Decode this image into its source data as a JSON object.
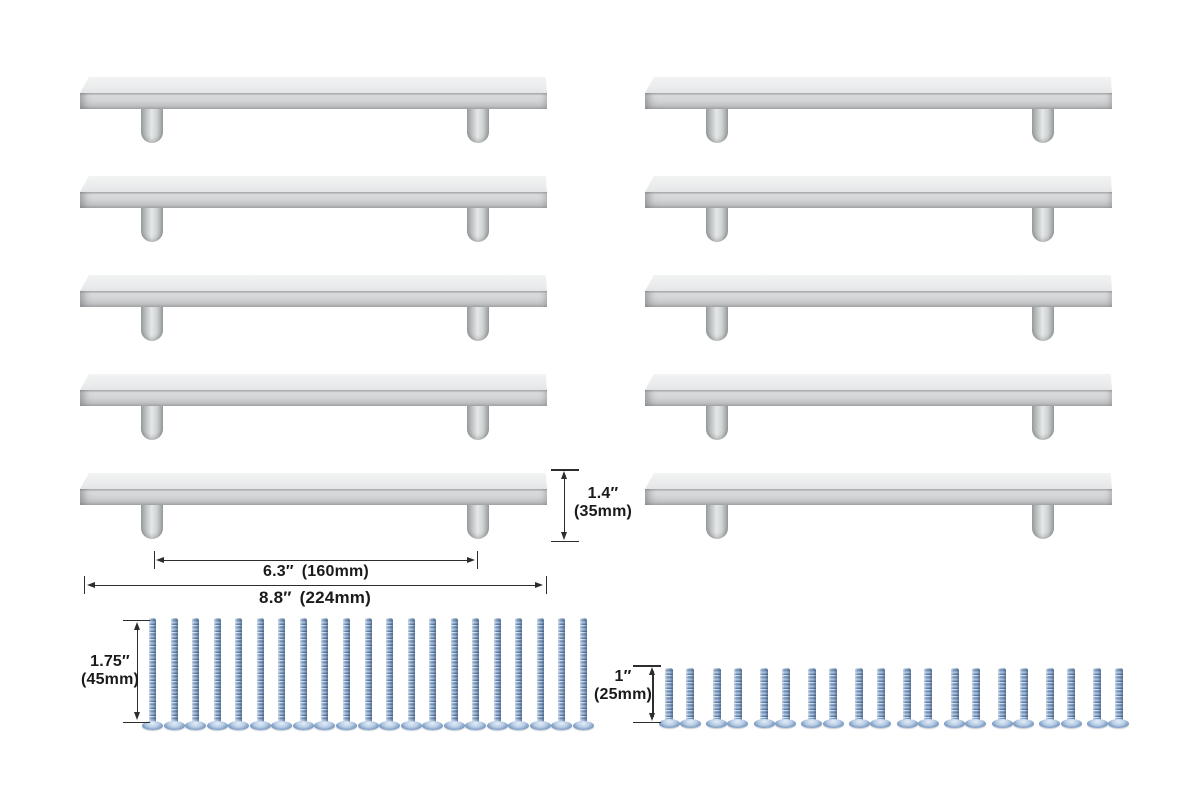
{
  "page": {
    "background": "#ffffff",
    "description": "Product dimension diagram: 10 brushed nickel square bar cabinet pull handles with two lengths of mounting screws"
  },
  "handles": {
    "count": 10,
    "rows": 5,
    "columns": 2,
    "posts_per_handle": 2
  },
  "dimensions": {
    "height": {
      "inches": "1.4″",
      "mm": "(35mm)"
    },
    "hole_spacing": {
      "inches": "6.3″",
      "mm": "(160mm)"
    },
    "length": {
      "inches": "8.8″",
      "mm": "(224mm)"
    },
    "long_screw": {
      "inches": "1.75″",
      "mm": "(45mm)"
    },
    "short_screw": {
      "inches": "1″",
      "mm": "(25mm)"
    }
  },
  "screws": {
    "long": {
      "count": 21,
      "arrangement": "single evenly spaced row"
    },
    "short": {
      "count": 20,
      "pairs": 10,
      "arrangement": "row of 10 pairs"
    }
  },
  "colors": {
    "annotation_text": "#1a1a1a",
    "annotation_line": "#2d2d2d",
    "handle_top_face": "#eceeee",
    "handle_front_light": "#d8d9da",
    "handle_front_dark": "#a9abad",
    "screw_thread_light": "#cfdded",
    "screw_thread_mid": "#86a3c8",
    "screw_thread_dark": "#5f80aa",
    "screw_head_light": "#e3edf7",
    "screw_head_dark": "#6f8fb8"
  }
}
